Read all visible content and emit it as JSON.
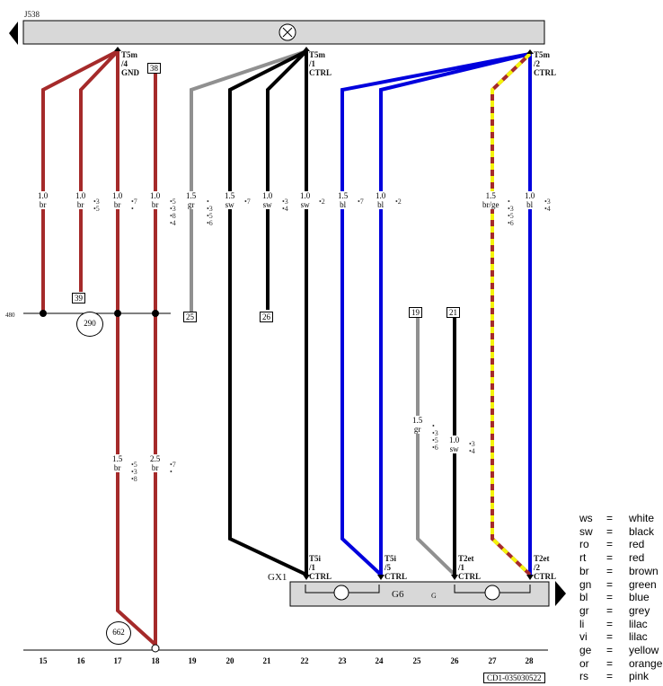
{
  "header": {
    "component": "J538"
  },
  "bottom_component": {
    "left_label": "GX1",
    "center_label": "G6",
    "g_label": "G"
  },
  "connectors": {
    "t5m_4": [
      "T5m",
      "/4",
      "GND"
    ],
    "t5m_1": [
      "T5m",
      "/1",
      "CTRL"
    ],
    "t5m_2": [
      "T5m",
      "/2",
      "CTRL"
    ],
    "t5i_1": [
      "T5i",
      "/1",
      "CTRL"
    ],
    "t5i_5": [
      "T5i",
      "/5",
      "CTRL"
    ],
    "t2et_1": [
      "T2et",
      "/1",
      "CTRL"
    ],
    "t2et_2": [
      "T2et",
      "/2",
      "CTRL"
    ]
  },
  "wires_top": [
    {
      "id": "w15",
      "size": "1.0",
      "color": "br",
      "refs": ""
    },
    {
      "id": "w16",
      "size": "1.0",
      "color": "br",
      "refs": "•3\n•5"
    },
    {
      "id": "w17",
      "size": "1.0",
      "color": "br",
      "refs": "•7\n•"
    },
    {
      "id": "w18",
      "size": "1.0",
      "color": "br",
      "refs": "•5\n•3\n•8\n•4"
    },
    {
      "id": "w19",
      "size": "1.5",
      "color": "gr",
      "refs": "•\n•3\n•5\n•6"
    },
    {
      "id": "w20",
      "size": "1.5",
      "color": "sw",
      "refs": "•7"
    },
    {
      "id": "w21",
      "size": "1.0",
      "color": "sw",
      "refs": "•3\n•4"
    },
    {
      "id": "w22",
      "size": "1.0",
      "color": "sw",
      "refs": "•2"
    },
    {
      "id": "w23",
      "size": "1.5",
      "color": "bl",
      "refs": "•7"
    },
    {
      "id": "w24",
      "size": "1.0",
      "color": "bl",
      "refs": "•2"
    },
    {
      "id": "w27",
      "size": "1.5",
      "color": "br/ge",
      "refs": "•\n•3\n•5\n•6"
    },
    {
      "id": "w28",
      "size": "1.0",
      "color": "bl",
      "refs": "•3\n•4"
    }
  ],
  "wires_mid": [
    {
      "id": "m17",
      "size": "1.5",
      "color": "br",
      "refs": "•5\n•3\n•8"
    },
    {
      "id": "m18",
      "size": "2.5",
      "color": "br",
      "refs": "•7\n•"
    },
    {
      "id": "m25",
      "size": "1.5",
      "color": "gr",
      "refs": "•\n•3\n•5\n•6"
    },
    {
      "id": "m26",
      "size": "1.0",
      "color": "sw",
      "refs": "•3\n•4"
    }
  ],
  "box_numbers": {
    "b38": "38",
    "b39": "39",
    "b25": "25",
    "b26": "26",
    "b19": "19",
    "b21": "21"
  },
  "circle_labels": {
    "c290": "290",
    "c662": "662"
  },
  "side_label": "480",
  "columns": [
    "15",
    "16",
    "17",
    "18",
    "19",
    "20",
    "21",
    "22",
    "23",
    "24",
    "25",
    "26",
    "27",
    "28"
  ],
  "footer_code": "CD1-035030522",
  "legend": [
    {
      "code": "ws",
      "eq": "=",
      "name": "white"
    },
    {
      "code": "sw",
      "eq": "=",
      "name": "black"
    },
    {
      "code": "ro",
      "eq": "=",
      "name": "red"
    },
    {
      "code": "rt",
      "eq": "=",
      "name": "red"
    },
    {
      "code": "br",
      "eq": "=",
      "name": "brown"
    },
    {
      "code": "gn",
      "eq": "=",
      "name": "green"
    },
    {
      "code": "bl",
      "eq": "=",
      "name": "blue"
    },
    {
      "code": "gr",
      "eq": "=",
      "name": "grey"
    },
    {
      "code": "li",
      "eq": "=",
      "name": "lilac"
    },
    {
      "code": "vi",
      "eq": "=",
      "name": "lilac"
    },
    {
      "code": "ge",
      "eq": "=",
      "name": "yellow"
    },
    {
      "code": "or",
      "eq": "=",
      "name": "orange"
    },
    {
      "code": "rs",
      "eq": "=",
      "name": "pink"
    }
  ],
  "colors": {
    "brown": "#a52a2a",
    "black": "#000000",
    "blue": "#0000dd",
    "grey": "#909090",
    "yellow": "#f4f40a",
    "module_fill": "#d8d8d8"
  }
}
